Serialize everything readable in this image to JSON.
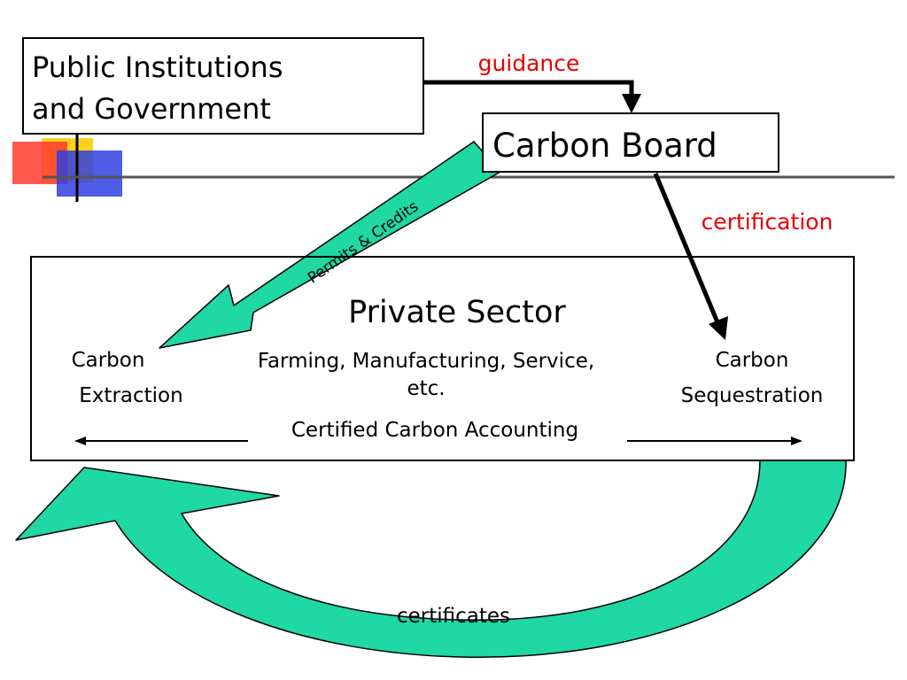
{
  "colors": {
    "arrow_fill": "#1fd8a4",
    "label_red": "#e60000",
    "deco_yellow": "#ffd21f",
    "deco_red": "#ff3b30",
    "deco_blue": "#3040e0"
  },
  "boxes": {
    "public_institutions": {
      "line1": "Public Institutions",
      "line2": "and Government"
    },
    "carbon_board": {
      "label": "Carbon Board"
    },
    "private_sector": {
      "title": "Private Sector",
      "sectors_line1": "Farming, Manufacturing, Service,",
      "sectors_line2": "etc.",
      "accounting": "Certified Carbon Accounting",
      "extraction_line1": "Carbon",
      "extraction_line2": "Extraction",
      "sequestration_line1": "Carbon",
      "sequestration_line2": "Sequestration"
    }
  },
  "flows": {
    "guidance": "guidance",
    "certification": "certification",
    "permits_credits": "Permits & Credits",
    "certificates": "certificates"
  }
}
